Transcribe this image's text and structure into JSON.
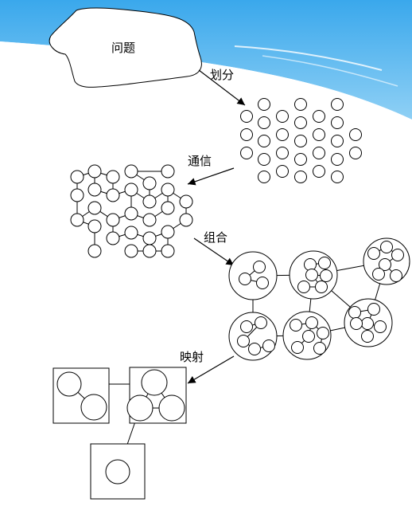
{
  "diagram": {
    "problem_label": "问题",
    "steps": [
      {
        "label": "划分"
      },
      {
        "label": "通信"
      },
      {
        "label": "组合"
      },
      {
        "label": "映射"
      }
    ]
  }
}
